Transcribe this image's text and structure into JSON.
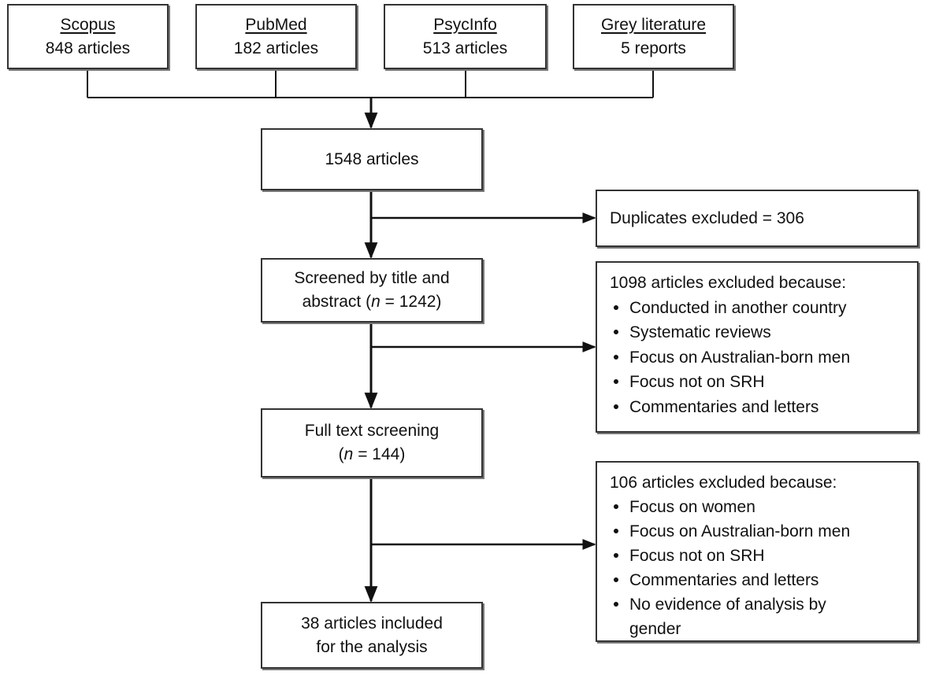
{
  "sources": [
    {
      "name": "Scopus",
      "count": "848 articles"
    },
    {
      "name": "PubMed",
      "count": "182 articles"
    },
    {
      "name": "PsycInfo",
      "count": "513 articles"
    },
    {
      "name": "Grey literature",
      "count": "5 reports"
    }
  ],
  "stages": {
    "identified": "1548 articles",
    "screened_line1": "Screened by title and",
    "screened_line2_pre": "abstract (",
    "screened_n_symbol": "n",
    "screened_line2_post": " = 1242)",
    "fulltext_line1": "Full text screening",
    "fulltext_line2_pre": "(",
    "fulltext_n_symbol": "n",
    "fulltext_line2_post": " = 144)",
    "included_line1": "38 articles included",
    "included_line2": "for the analysis"
  },
  "exclusions": {
    "duplicates": "Duplicates excluded = 306",
    "title_abstract": {
      "heading": "1098 articles excluded because:",
      "reasons": [
        "Conducted in another country",
        "Systematic reviews",
        "Focus on Australian-born men",
        "Focus not on SRH",
        "Commentaries and letters"
      ]
    },
    "full_text": {
      "heading": "106 articles excluded because:",
      "reasons": [
        "Focus on women",
        "Focus on Australian-born men",
        "Focus not on SRH",
        "Commentaries and letters",
        "No evidence of analysis by gender"
      ]
    }
  }
}
